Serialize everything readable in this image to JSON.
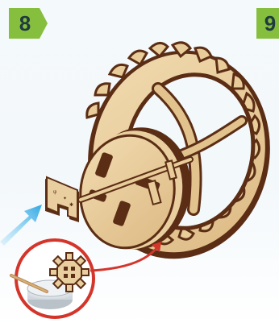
{
  "steps": {
    "current": "8",
    "next": "9"
  },
  "colors": {
    "badge_green": "#86bf3e",
    "wood_face": "#e9cfa0",
    "wood_edge": "#5b2d14",
    "arrow_blue": "#3eb1e8",
    "arrow_red": "#d4352b",
    "callout_ring": "#d4352b"
  },
  "icons": {
    "main_assembly": "wooden-gear-wheel-assembly",
    "insert_part": "wooden-key-plate",
    "callout": "glue-pot-and-small-gear"
  }
}
